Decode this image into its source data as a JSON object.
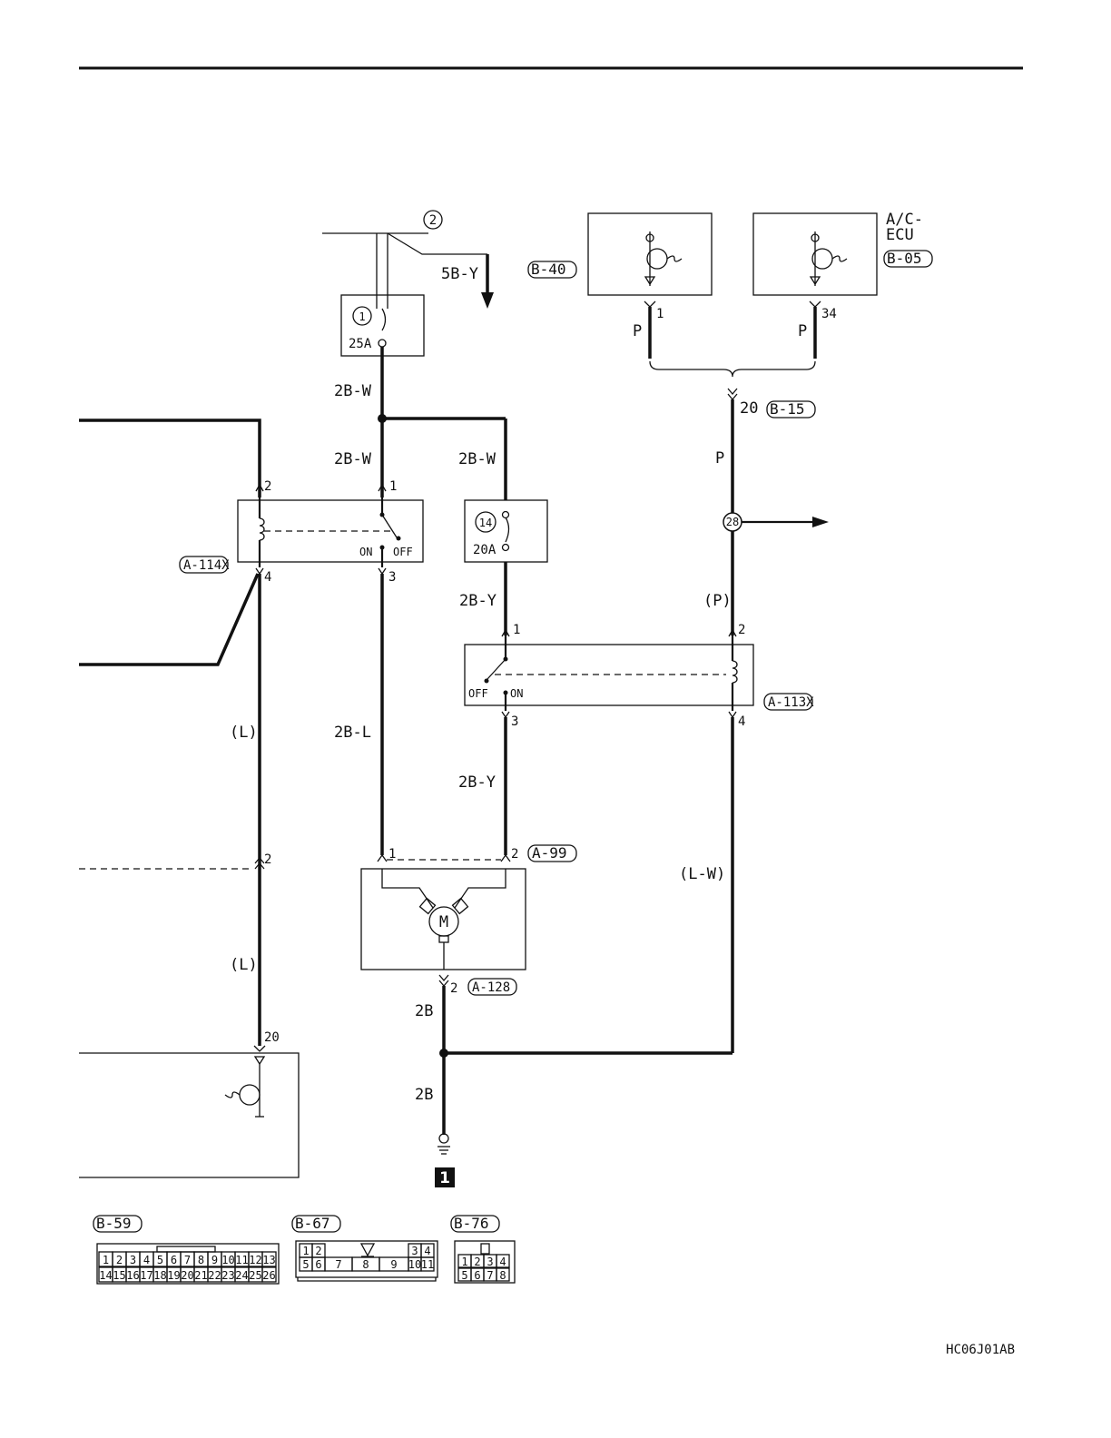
{
  "page": {
    "figure_code": "HC06J01AB"
  },
  "top_bus": {
    "marker": "2",
    "branch_wire": "5B-Y"
  },
  "fuse_main": {
    "number": "1",
    "rating": "25A",
    "wire_out_1": "2B-W",
    "wire_out_2": "2B-W"
  },
  "fuse_14": {
    "number": "14",
    "rating": "20A",
    "wire_in": "2B-W",
    "wire_out": "2B-Y"
  },
  "relay_a114x": {
    "connector": "A-114X",
    "pin_coil_top": "2",
    "pin_coil_bottom": "4",
    "pin_switch_in": "1",
    "pin_switch_out": "3",
    "contact_on": "ON",
    "contact_off": "OFF"
  },
  "relay_a113x": {
    "connector": "A-113X",
    "pin_switch_in": "1",
    "pin_switch_out": "3",
    "pin_coil_top": "2",
    "pin_coil_bottom": "4",
    "contact_off": "OFF",
    "contact_on": "ON"
  },
  "ecu_b40": {
    "connector": "B-40",
    "pin": "1",
    "wire": "P"
  },
  "ecu_b05": {
    "name_line1": "A/C-",
    "name_line2": "ECU",
    "connector": "B-05",
    "pin": "34",
    "wire": "P"
  },
  "junction_b15": {
    "pin": "20",
    "connector": "B-15",
    "wire_below": "P",
    "splice": "28",
    "wire_to_relay": "(P)"
  },
  "left_circuit": {
    "wire_upper": "(L)",
    "wire_lower": "(L)",
    "pin_mid": "2",
    "pin_bottom": "20"
  },
  "motor": {
    "symbol": "M",
    "pin_1": "1",
    "pin_2": "2",
    "connector": "A-99",
    "wire_left": "2B-L",
    "wire_right": "2B-Y",
    "ground_pin": "2",
    "ground_connector": "A-128",
    "wire_ground_1": "2B",
    "wire_ground_2": "2B",
    "ground_point": "1",
    "wire_return": "(L-W)"
  },
  "connector_b59": {
    "label": "B-59",
    "row1": [
      "1",
      "2",
      "3",
      "4",
      "5",
      "6",
      "7",
      "8",
      "9",
      "10",
      "11",
      "12",
      "13"
    ],
    "row2": [
      "14",
      "15",
      "16",
      "17",
      "18",
      "19",
      "20",
      "21",
      "22",
      "23",
      "24",
      "25",
      "26"
    ]
  },
  "connector_b67": {
    "label": "B-67",
    "row1": [
      "1",
      "2",
      "3",
      "4"
    ],
    "row2": [
      "5",
      "6",
      "7",
      "8",
      "9",
      "10",
      "11"
    ]
  },
  "connector_b76": {
    "label": "B-76",
    "row1": [
      "1",
      "2",
      "3",
      "4"
    ],
    "row2": [
      "5",
      "6",
      "7",
      "8"
    ]
  }
}
